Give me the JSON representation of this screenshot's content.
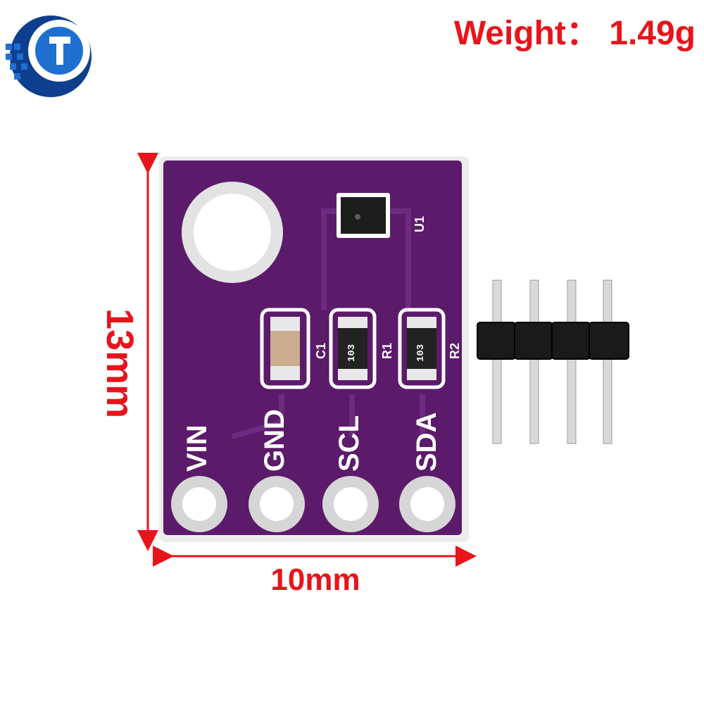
{
  "weight_label": "Weight： 1.49g",
  "width_label": "10mm",
  "height_label": "13mm",
  "pins": [
    "VIN",
    "GND",
    "SCL",
    "SDA"
  ],
  "silkscreen": {
    "cap": "C1",
    "r1": "R1",
    "r2": "R2",
    "chip": "U1"
  },
  "resistor_code": "103",
  "colors": {
    "annotation_red": "#e8141b",
    "pcb_purple": "#5c1a6a",
    "header_black": "#1a1a1a",
    "logo_blue": "#1f6fd1"
  },
  "icons": [
    "brand-logo-icon",
    "width-arrow-icon",
    "height-arrow-icon"
  ]
}
